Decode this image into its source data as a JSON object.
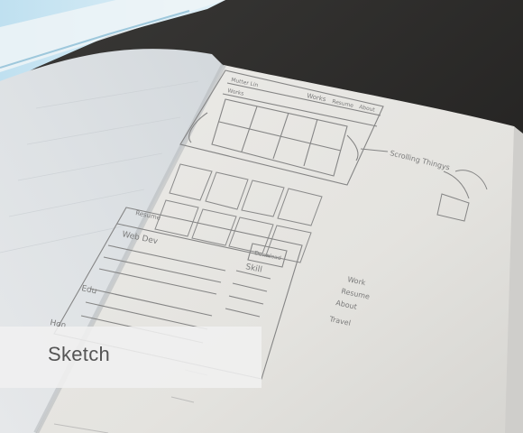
{
  "caption": {
    "label": "Sketch"
  },
  "sketch": {
    "header_texts": [
      "Mutter Lin",
      "Works",
      "Works",
      "Resume",
      "About"
    ],
    "scrolling_note": "Scrolling Thingys",
    "resume_heading": "Resume",
    "resume_sections": [
      "Web Dev",
      "Edu",
      "Hon"
    ],
    "download_button": "Download",
    "skills_label": "Skill",
    "nav_list": [
      "Work",
      "Resume",
      "About",
      "Travel"
    ]
  },
  "colors": {
    "desk": "#2b2a28",
    "paper": "#ededeb",
    "pencil": "#7b7b7b",
    "caption_band": "#f0f0f0",
    "caption_text": "#555555"
  }
}
